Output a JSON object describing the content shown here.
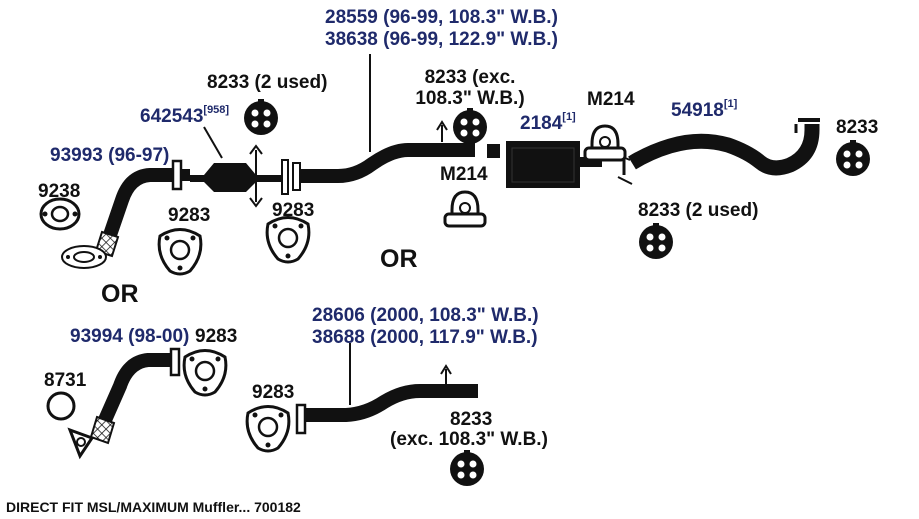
{
  "top": {
    "pipe_line1": "28559 (96-99, 108.3\" W.B.)",
    "pipe_line2": "38638 (96-99, 122.9\" W.B.)",
    "hanger_2used_a": "8233 (2 used)",
    "hanger_exc_line1": "8233 (exc.",
    "hanger_exc_line2": "108.3\" W.B.)",
    "converter_num": "642543",
    "converter_sup": "[958]",
    "front_pipe_a": "93993 (96-97)",
    "gasket_9238": "9238",
    "gasket_9283_a": "9283",
    "gasket_9283_b": "9283",
    "clamp_m214_a": "M214",
    "muffler_num": "2184",
    "muffler_sup": "[1]",
    "clamp_m214_b": "M214",
    "tailpipe_num": "54918",
    "tailpipe_sup": "[1]",
    "hanger_tail": "8233",
    "hanger_2used_b": "8233 (2 used)"
  },
  "or_labels": {
    "or_left": "OR",
    "or_center": "OR"
  },
  "bottom": {
    "front_pipe_b": "93994 (98-00)",
    "gasket_9283_c": "9283",
    "gasket_8731": "8731",
    "pipe2_line1": "28606 (2000, 108.3\" W.B.)",
    "pipe2_line2": "38688 (2000, 117.9\" W.B.)",
    "gasket_9283_d": "9283",
    "hanger_exc2_line1": "8233",
    "hanger_exc2_line2": "(exc. 108.3\" W.B.)"
  },
  "footer": {
    "caption": "DIRECT FIT MSL/MAXIMUM Muffler... 700182"
  },
  "colors": {
    "ink": "#111111",
    "navy": "#1f2a6b"
  }
}
